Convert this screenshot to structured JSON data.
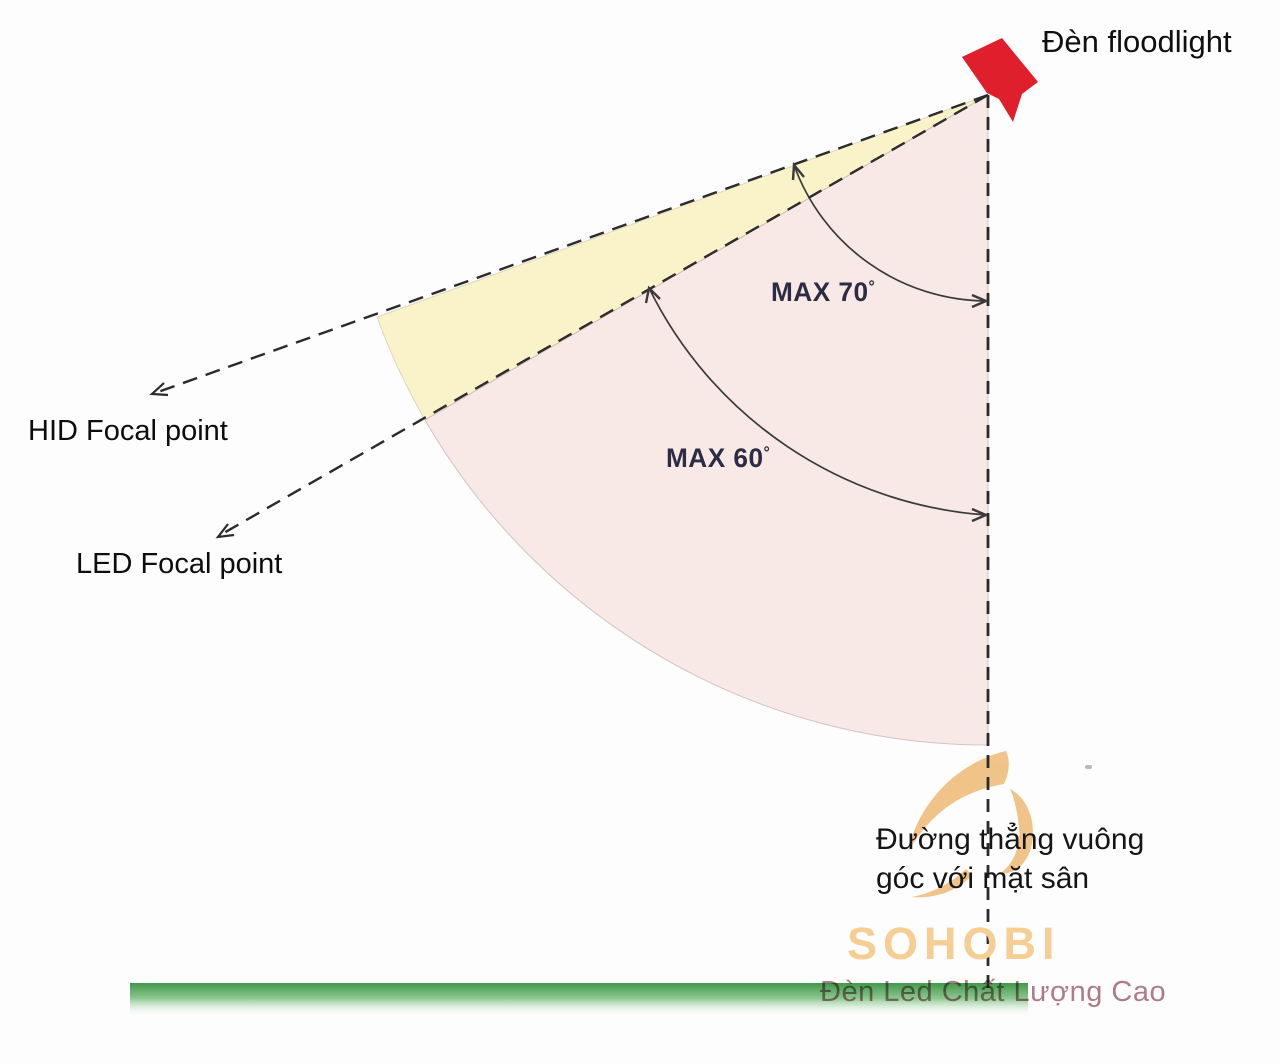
{
  "labels": {
    "floodlight": "Đèn floodlight",
    "max70": "MAX 70",
    "max60": "MAX 60",
    "degree_symbol": "°",
    "hid_focal": "HID Focal point",
    "led_focal": "LED Focal point",
    "perpendicular_line1": "Đường thẳng vuông",
    "perpendicular_line2": "góc với mặt sân"
  },
  "watermark": {
    "brand": "SOHOBI",
    "tagline": "Đèn Led Chất Lượng Cao"
  },
  "diagram_values": {
    "hid_max_angle_deg": 70,
    "led_max_angle_deg": 60
  },
  "colors": {
    "beam_pink": "#f8e9e7",
    "beam_yellow": "#faf2c9",
    "beam_edge": "#b9a5a2",
    "floodlight_red": "#e01f2d",
    "ground_green": "#41984b",
    "ground_green_mid": "#8cc78f",
    "line_dark": "#2b2b2b",
    "arrow_dark": "#3a3a3a",
    "logo_tan": "#f0c183",
    "brand_tan": "#f6cd92",
    "tagline_rose": "#a8727f",
    "angle_text": "#2c2c44"
  }
}
